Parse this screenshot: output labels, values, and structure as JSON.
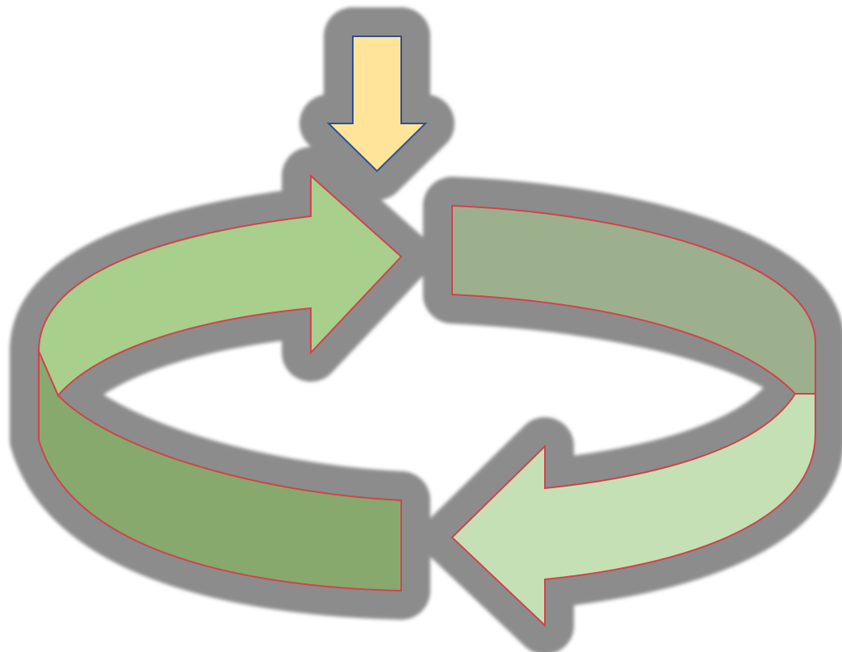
{
  "diagram": {
    "colors": {
      "background": "#ffffff",
      "halo": "#8c8c8c",
      "band_outline": "#d0434b",
      "input_outline": "#2f4f8f",
      "input_arrow_fill": "#ffe49a",
      "upper_left_face": "#a8cf8b",
      "lower_left_face": "#87a96d",
      "upper_right_face": "#9db08e",
      "lower_right_face": "#c5e0b5"
    },
    "elements": [
      "input-arrow-down",
      "upper-left-band-arrow",
      "lower-left-band",
      "upper-right-band",
      "lower-right-band-arrow"
    ]
  }
}
